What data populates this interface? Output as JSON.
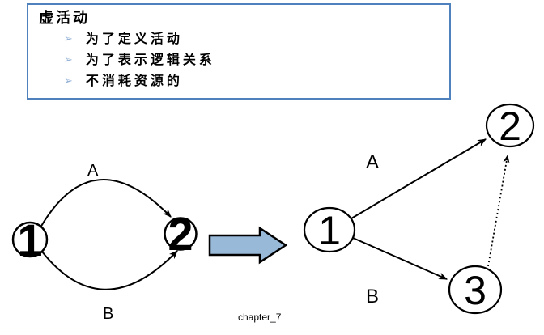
{
  "info_box": {
    "title": "虚活动",
    "bullet_glyph": "➢",
    "items": [
      "为了定义活动",
      "为了表示逻辑关系",
      "不消耗资源的"
    ]
  },
  "left_diagram": {
    "node1": "1",
    "node2": "2",
    "label_top": "A",
    "label_bottom": "B"
  },
  "right_diagram": {
    "node1": "1",
    "node2": "2",
    "node3": "3",
    "label_a": "A",
    "label_b": "B"
  },
  "footer": {
    "chapter": "chapter_7"
  },
  "colors": {
    "box_border": "#4f81bd",
    "bullet": "#95b3d7",
    "block_arrow_fill": "#99b9d9",
    "line": "#000000"
  }
}
